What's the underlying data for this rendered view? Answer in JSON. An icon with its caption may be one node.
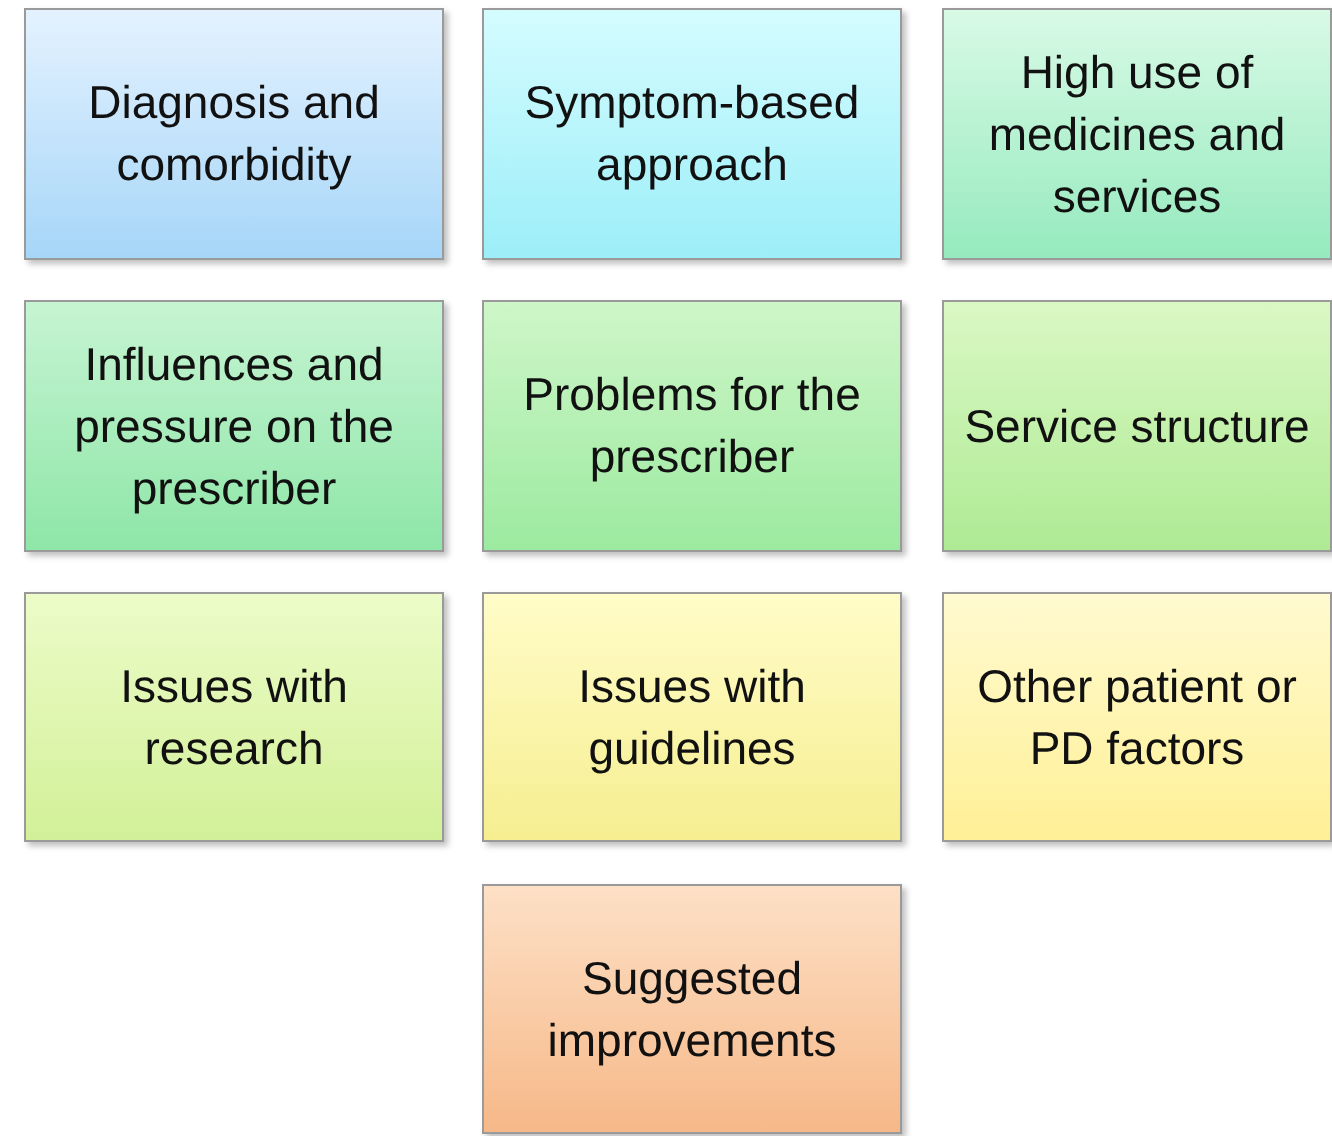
{
  "diagram": {
    "nodes": [
      {
        "text": [
          "Diagnosis and comorbidity"
        ]
      },
      {
        "text": [
          "Symptom-based approach"
        ]
      },
      {
        "text": [
          "High use of medicines and services"
        ]
      },
      {
        "text": [
          "Influences and pressure on the prescriber"
        ]
      },
      {
        "text": [
          "Problems for the prescriber"
        ]
      },
      {
        "text": [
          "Service structure"
        ]
      },
      {
        "text": [
          "Issues with research"
        ]
      },
      {
        "text": [
          "Issues with guidelines"
        ]
      },
      {
        "text": [
          "Other patient or PD factors"
        ]
      },
      {
        "text": [
          "Suggested improvements"
        ]
      }
    ]
  }
}
